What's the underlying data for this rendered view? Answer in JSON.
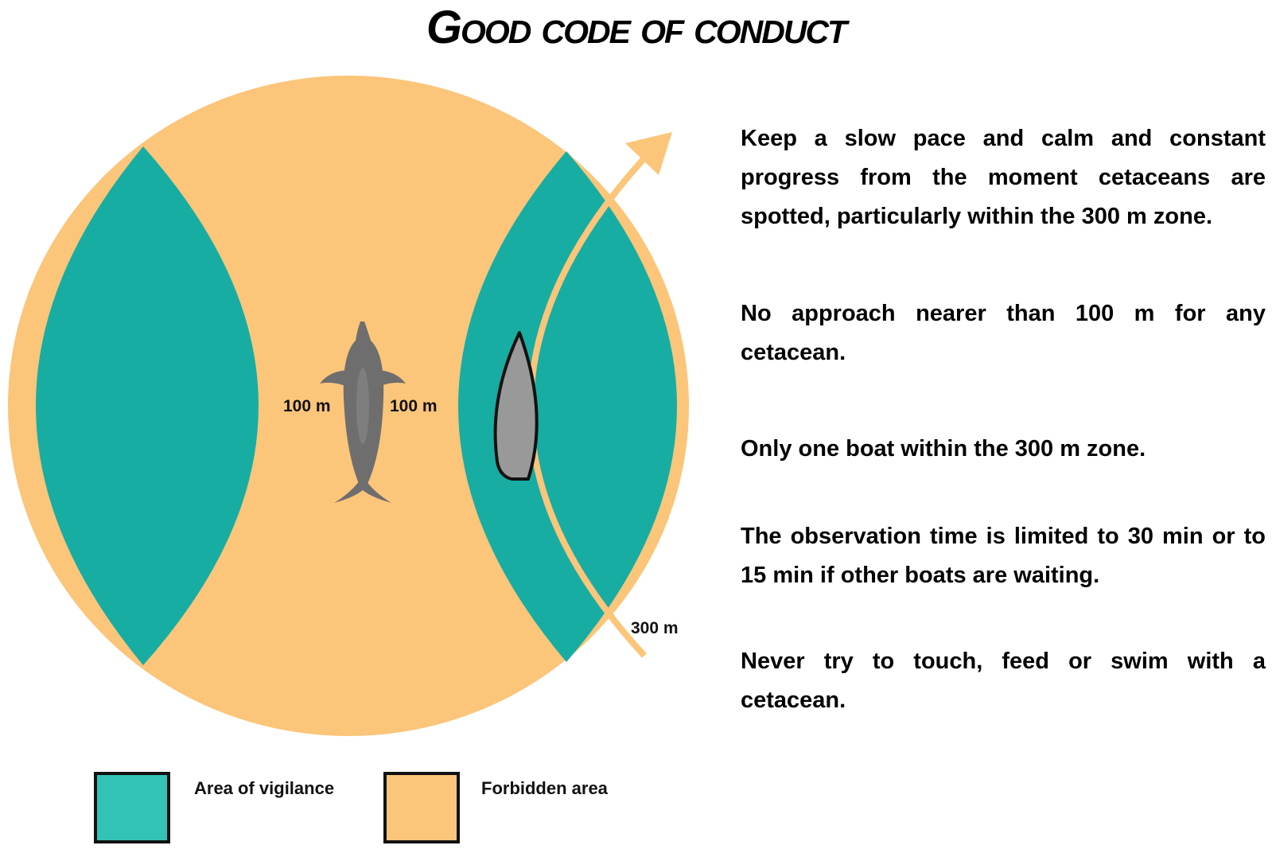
{
  "title": "Good code of conduct",
  "diagram": {
    "labels": {
      "left_distance": "100 m",
      "right_distance": "100 m",
      "outer_distance": "300 m"
    },
    "colors": {
      "vigilance": "#17ada3",
      "forbidden": "#fbc57a",
      "boat": "#999999",
      "dolphin": "#6e6e6e"
    }
  },
  "rules": [
    "Keep a slow pace and calm and constant progress from the moment cetaceans are spotted, particularly within the 300 m zone.",
    "No approach nearer than 100 m for any cetacean.",
    "Only one boat within the 300 m zone.",
    "The observation time is limited to 30 min or to 15 min if other boats are waiting.",
    "Never try to touch, feed or swim with a cetacean."
  ],
  "legend": [
    {
      "label": "Area of vigilance",
      "color": "#33c3b6"
    },
    {
      "label": "Forbidden area",
      "color": "#fbc57a"
    }
  ]
}
